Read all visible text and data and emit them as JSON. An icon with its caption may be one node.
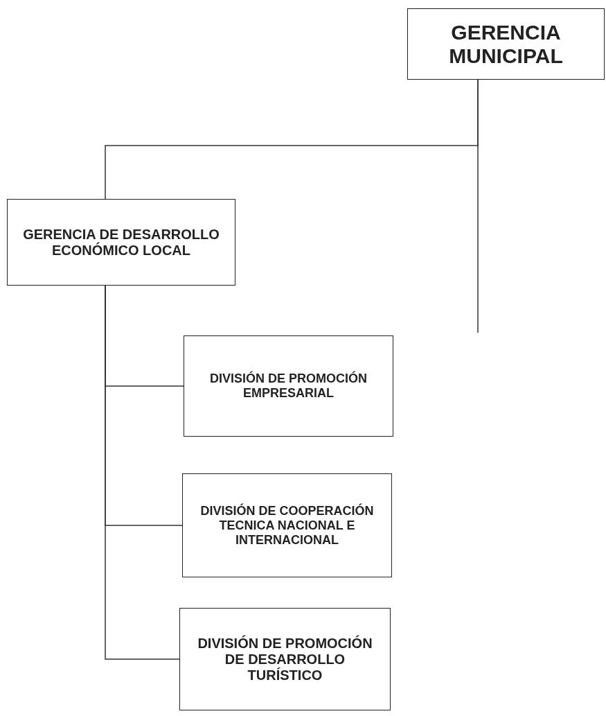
{
  "diagram": {
    "nodes": [
      {
        "text": [
          "GERENCIA MUNICIPAL"
        ]
      },
      {
        "text": [
          "GERENCIA DE DESARROLLO ECONÓMICO LOCAL"
        ]
      },
      {
        "text": [
          "DIVISIÓN DE PROMOCIÓN EMPRESARIAL"
        ]
      },
      {
        "text": [
          "DIVISIÓN DE COOPERACIÓN TECNICA NACIONAL E INTERNACIONAL"
        ]
      },
      {
        "text": [
          "DIVISIÓN DE PROMOCIÓN DE DESARROLLO TURÍSTICO"
        ]
      }
    ],
    "edges": [
      {
        "from": 0,
        "to": 1,
        "arrow": "none"
      },
      {
        "from": 0,
        "to": null,
        "arrow": "none"
      },
      {
        "from": 1,
        "to": 2,
        "arrow": "none"
      },
      {
        "from": 1,
        "to": 3,
        "arrow": "none"
      },
      {
        "from": 1,
        "to": 4,
        "arrow": "none"
      }
    ]
  }
}
